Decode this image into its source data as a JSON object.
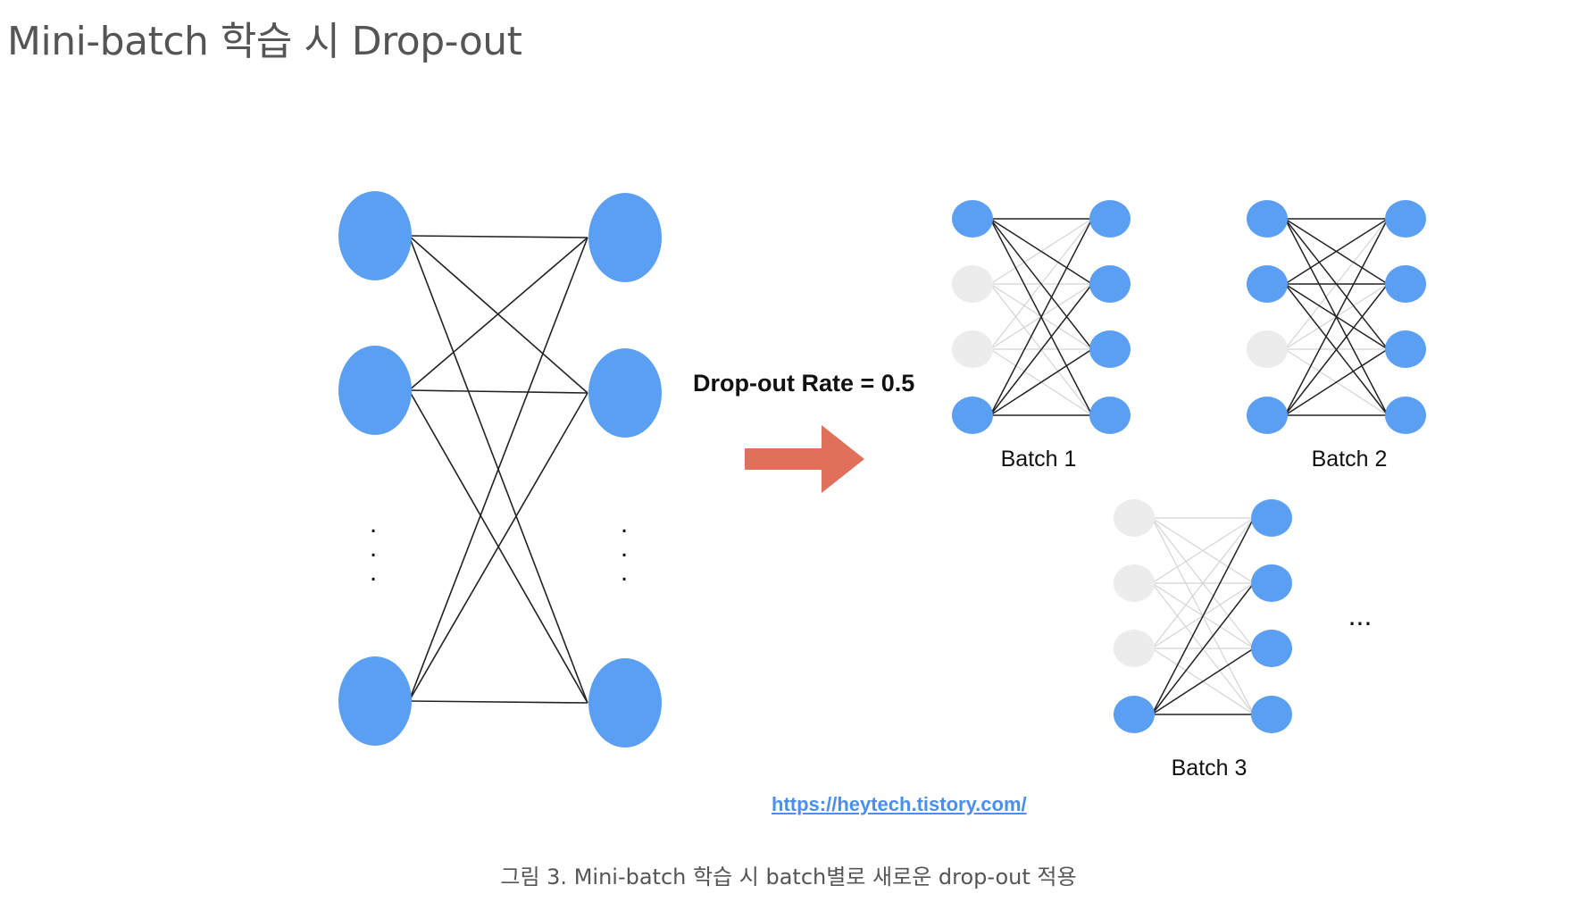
{
  "page": {
    "title": "Mini-batch 학습 시 Drop-out",
    "caption": "그림 3. Mini-batch 학습 시 batch별로 새로운 drop-out 적용",
    "source_link": "https://heytech.tistory.com/"
  },
  "diagram": {
    "rate_label": "Drop-out Rate = 0.5",
    "ellipsis_vertical": ".",
    "ellipsis_more": "...",
    "colors": {
      "active_node": "#5b9ff2",
      "dropped_node": "#ececec",
      "active_edge": "#222222",
      "dropped_edge": "#d4d4d4",
      "arrow": "#e0705a",
      "link": "#4a8ef0"
    },
    "full_network": {
      "edges": [
        [
          0,
          0
        ],
        [
          0,
          1
        ],
        [
          0,
          3
        ],
        [
          1,
          0
        ],
        [
          1,
          1
        ],
        [
          1,
          3
        ],
        [
          3,
          0
        ],
        [
          3,
          1
        ],
        [
          3,
          3
        ]
      ]
    },
    "batches": [
      {
        "label": "Batch 1",
        "left_active": [
          true,
          false,
          false,
          true
        ],
        "right_active": [
          true,
          true,
          true,
          true
        ]
      },
      {
        "label": "Batch 2",
        "left_active": [
          true,
          true,
          false,
          true
        ],
        "right_active": [
          true,
          true,
          true,
          true
        ]
      },
      {
        "label": "Batch 3",
        "left_active": [
          false,
          false,
          false,
          true
        ],
        "right_active": [
          true,
          true,
          true,
          true
        ]
      }
    ]
  }
}
